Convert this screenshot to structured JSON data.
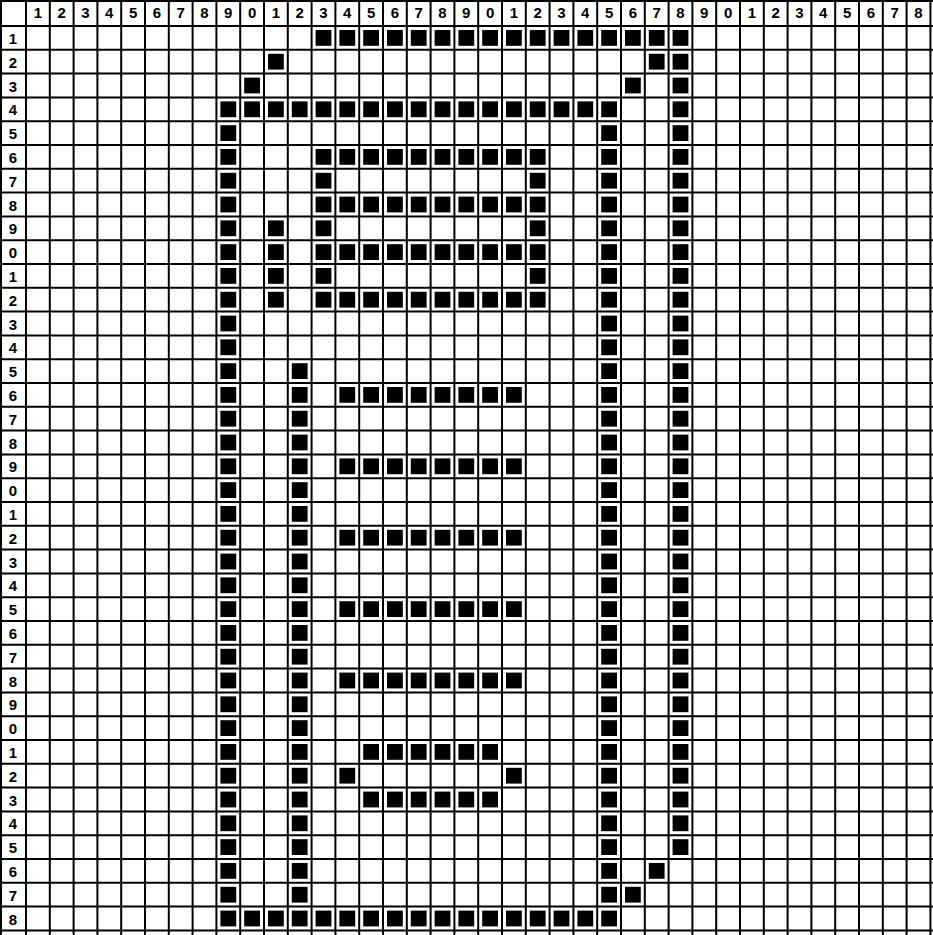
{
  "diagram": {
    "labels": [
      "1",
      "2",
      "3",
      "4",
      "5",
      "6",
      "7",
      "8",
      "9",
      "0",
      "1",
      "2",
      "3",
      "4",
      "5",
      "6",
      "7",
      "8",
      "9",
      "0",
      "1",
      "2",
      "3",
      "4",
      "5",
      "6",
      "7",
      "8",
      "9",
      "0",
      "1",
      "2",
      "3",
      "4",
      "5",
      "6",
      "7",
      "8",
      "1",
      "2",
      "3",
      "4",
      "5",
      "6",
      "7",
      "8",
      "9",
      "0",
      "1",
      "2",
      "3",
      "4",
      "5",
      "6",
      "7",
      "8",
      "9",
      "0",
      "1",
      "2",
      "3",
      "4",
      "5",
      "6",
      "7",
      "8",
      "9",
      "0",
      "1",
      "2",
      "3",
      "4",
      "5",
      "6",
      "7",
      "8"
    ]
  }
}
